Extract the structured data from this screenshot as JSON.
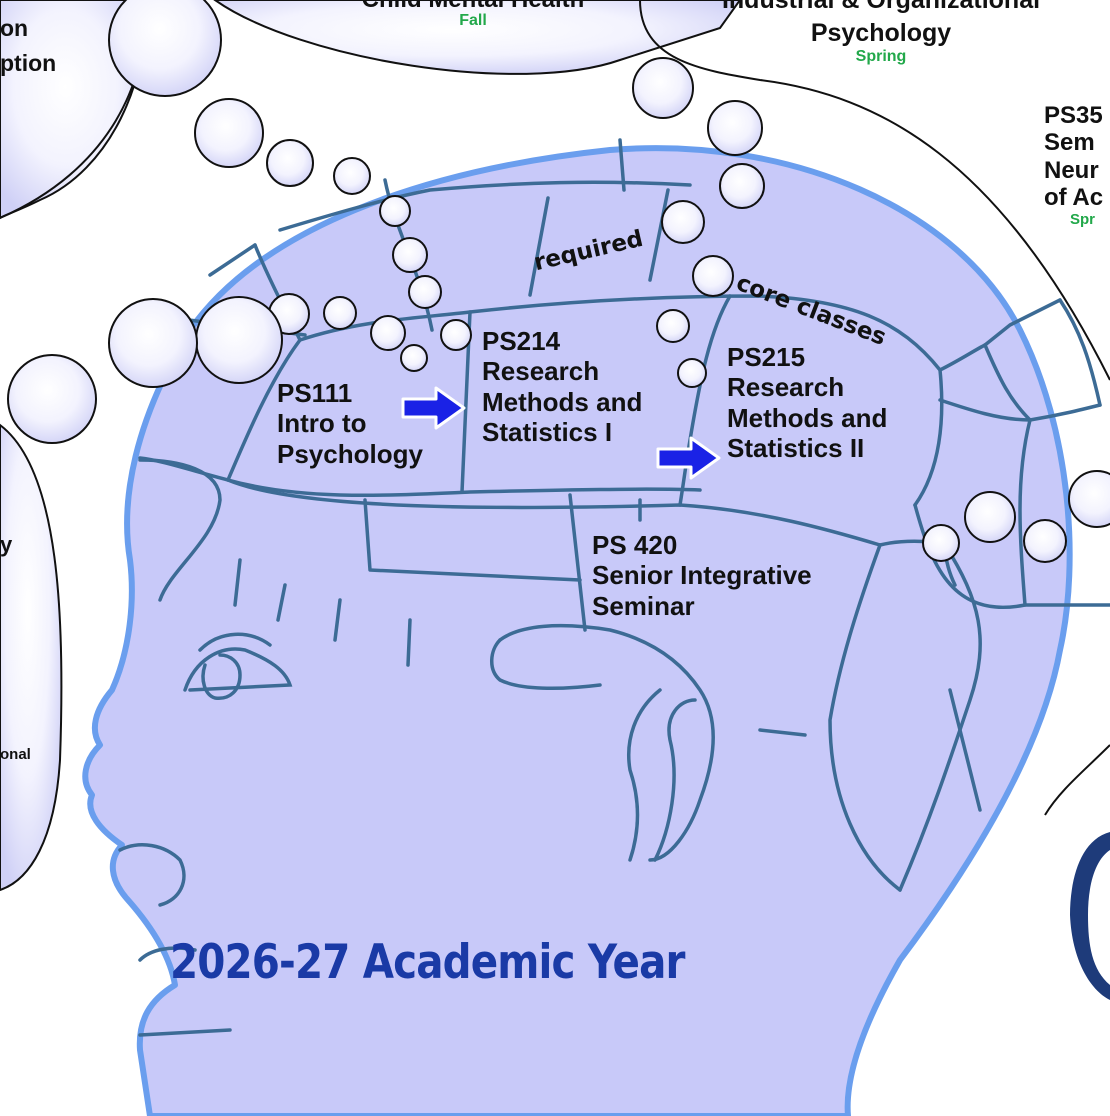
{
  "courses": {
    "ps111": {
      "code": "PS111",
      "line1": "Intro to",
      "line2": "Psychology"
    },
    "ps214": {
      "code": "PS214",
      "line1": "Research",
      "line2": "Methods and",
      "line3": "Statistics I"
    },
    "ps215": {
      "code": "PS215",
      "line1": "Research",
      "line2": "Methods and",
      "line3": "Statistics II"
    },
    "ps420": {
      "code": "PS 420",
      "line1": "Senior Integrative",
      "line2": "Seminar"
    }
  },
  "bubbles": {
    "top_center": {
      "title": "Child Mental Health",
      "semester": "Fall"
    },
    "top_right": {
      "title_line1": "Industrial & Organizational",
      "title_line2": "Psychology",
      "semester": "Spring"
    },
    "right": {
      "line1": "PS35",
      "line2": "Sem",
      "line3": "Neur",
      "line4": "of Ac",
      "semester": "Spr"
    },
    "top_left": {
      "line1": "on",
      "line2": "ption"
    },
    "left": {
      "line1": "y",
      "line2": "onal"
    }
  },
  "tags": {
    "required": "required",
    "core": "core classes"
  },
  "footer": {
    "year": "2026-27 Academic Year"
  },
  "colors": {
    "head_fill": "#c8c9f9",
    "head_outline": "#6a9eee",
    "lines": "#3c6b95",
    "arrow": "#1a22e6",
    "semester": "#22a84a",
    "year": "#1a3aa6"
  }
}
